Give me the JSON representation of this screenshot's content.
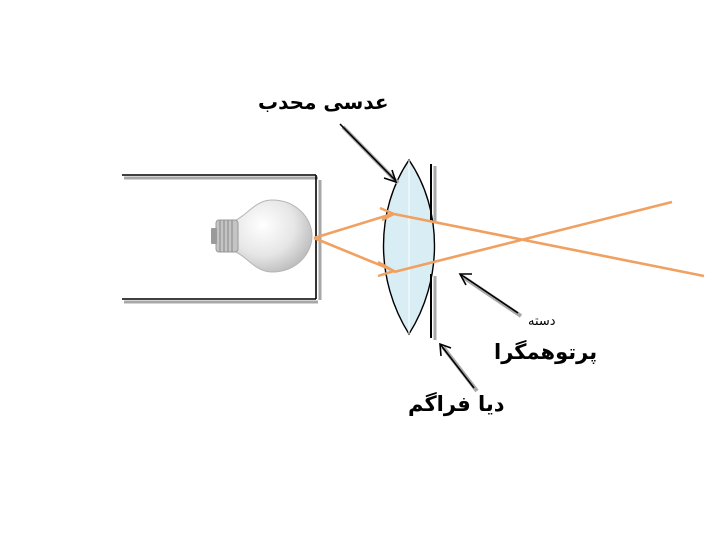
{
  "labels": {
    "convex_lens": "عدسی محدب",
    "beam_line1": "دسته",
    "beam_line2": "پرتوهمگرا",
    "diaphragm": "دیا فراگم"
  },
  "colors": {
    "ray": "#f0a060",
    "lens_fill": "#d8eef4",
    "outline": "#000000",
    "arrow_shadow": "#a8a8a8",
    "bulb": "#cccccc"
  }
}
